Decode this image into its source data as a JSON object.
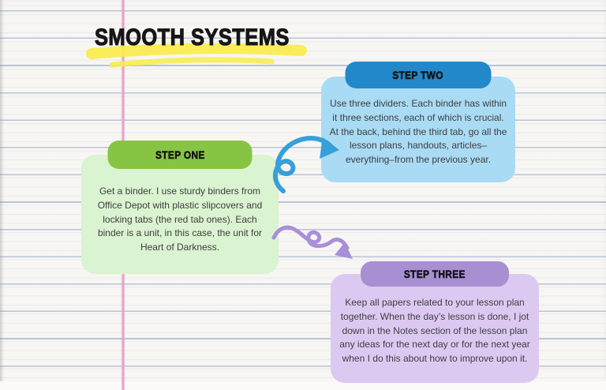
{
  "page": {
    "title": "SMOOTH SYSTEMS"
  },
  "palette": {
    "paper": "#f7f6f3",
    "paper_line_major": "#8a99bc",
    "margin_line_pink": "#e79fc9",
    "highlight_yellow": "#f8ec4c",
    "arrow_blue": "#379fd9",
    "arrow_purple": "#a98fd9",
    "step1_header_bg": "#88c443",
    "step1_body_bg": "#daf3d0",
    "step2_header_bg": "#2288ca",
    "step2_body_bg": "#a9dbf4",
    "step3_header_bg": "#a78fd2",
    "step3_body_bg": "#dcc9f2",
    "title_color": "#161616",
    "body_text_color": "#3e3e3e"
  },
  "steps": [
    {
      "label": "STEP ONE",
      "body": "Get a binder. I use sturdy binders from Office Depot with plastic slipcovers and locking tabs (the red tab ones). Each binder is a unit, in this case, the unit for Heart of Darkness."
    },
    {
      "label": "STEP TWO",
      "body": "Use three dividers. Each binder has within it three sections, each of which is crucial. At the back, behind the third tab, go all the lesson plans, handouts, articles–everything–from the previous year."
    },
    {
      "label": "STEP THREE",
      "body": "Keep all papers related to your lesson plan together. When the day’s lesson is done, I jot down in the Notes section of the lesson plan any ideas for the next day or for the next year when I do this about how to improve upon it."
    }
  ]
}
